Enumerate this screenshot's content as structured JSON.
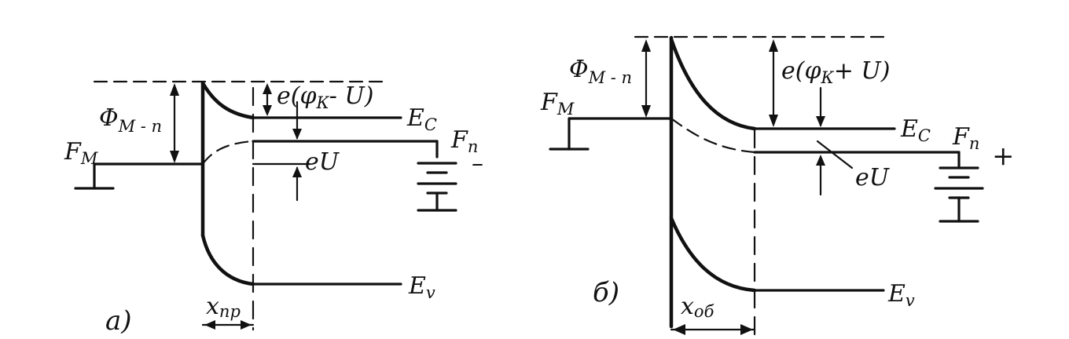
{
  "panel_a": {
    "tag": "а)",
    "phi_main": "Φ",
    "phi_sub": "М - п",
    "fm_main": "F",
    "fm_sub": "М",
    "barrier_pre": "e(φ",
    "barrier_sub": "К",
    "barrier_post": "- U)",
    "ec_main": "E",
    "ec_sub": "С",
    "fn_main": "F",
    "fn_sub": "п",
    "eu": "eU",
    "ev_main": "E",
    "ev_sub": "v",
    "width_main": "x",
    "width_sub": "пр",
    "minus_sign": "–"
  },
  "panel_b": {
    "tag": "б)",
    "phi_main": "Φ",
    "phi_sub": "М - п",
    "fm_main": "F",
    "fm_sub": "М",
    "barrier_pre": "e(φ",
    "barrier_sub": "К",
    "barrier_post": "+ U)",
    "ec_main": "E",
    "ec_sub": "С",
    "fn_main": "F",
    "fn_sub": "п",
    "plus_sign": "+",
    "eu": "eU",
    "ev_main": "E",
    "ev_sub": "v",
    "width_main": "x",
    "width_sub": "об"
  }
}
